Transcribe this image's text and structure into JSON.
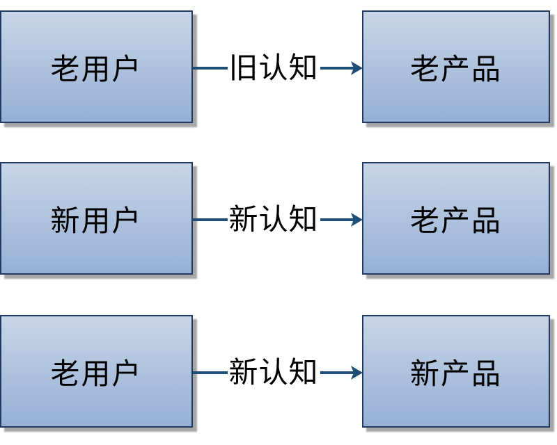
{
  "diagram": {
    "title": "user-cognition-product flow diagram",
    "colors": {
      "box_fill_top": "#c8d5e7",
      "box_fill_bottom": "#96b0d5",
      "box_border": "#1f3b63",
      "shadow": "#a6a6a6",
      "connector": "#1f4e79",
      "text": "#000000",
      "background": "#ffffff"
    },
    "rows": [
      {
        "source": "老用户",
        "label": "旧认知",
        "target": "老产品"
      },
      {
        "source": "新用户",
        "label": "新认知",
        "target": "老产品"
      },
      {
        "source": "老用户",
        "label": "新认知",
        "target": "新产品"
      }
    ]
  }
}
